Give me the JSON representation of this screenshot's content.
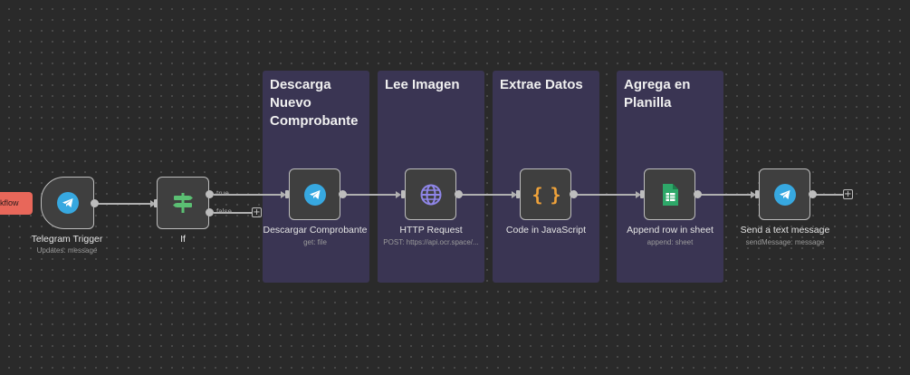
{
  "canvas": {
    "execute_tab": "kflow"
  },
  "sticky_notes": [
    {
      "title": "Descarga Nuevo Comprobante"
    },
    {
      "title": "Lee Imagen"
    },
    {
      "title": "Extrae Datos"
    },
    {
      "title": "Agrega en Planilla"
    }
  ],
  "nodes": {
    "telegram_trigger": {
      "label": "Telegram Trigger",
      "subtitle": "Updates: message",
      "icon": "telegram-icon"
    },
    "if": {
      "label": "If",
      "icon": "signpost-icon"
    },
    "descargar": {
      "label": "Descargar Comprobante",
      "subtitle": "get: file",
      "icon": "telegram-icon"
    },
    "http_request": {
      "label": "HTTP Request",
      "subtitle": "POST: https://api.ocr.space/...",
      "icon": "globe-icon"
    },
    "code": {
      "label": "Code in JavaScript",
      "icon": "braces-icon",
      "glyph": "{ }"
    },
    "append_row": {
      "label": "Append row in sheet",
      "subtitle": "append: sheet",
      "icon": "google-sheets-icon"
    },
    "send_message": {
      "label": "Send a text message",
      "subtitle": "sendMessage: message",
      "icon": "telegram-icon"
    }
  },
  "branches": {
    "true_label": "true",
    "false_label": "false"
  },
  "buttons": {
    "add_node": "+"
  },
  "colors": {
    "canvas_bg": "#2a2a2a",
    "sticky_bg": "#3a3553",
    "telegram_blue": "#37a8e0",
    "if_green": "#5bbf73",
    "http_purple": "#8f86e8",
    "code_orange": "#f0a33a",
    "sheets_green": "#2ea869",
    "execute_tab": "#e8675a"
  }
}
